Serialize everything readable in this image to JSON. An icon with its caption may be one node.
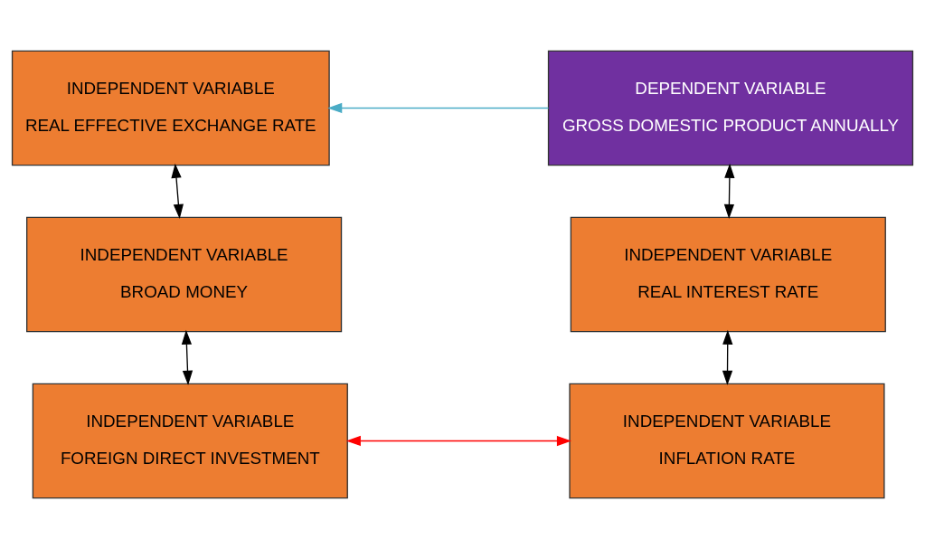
{
  "diagram": {
    "nodes": [
      {
        "text": [
          "INDEPENDENT VARIABLE",
          "REAL EFFECTIVE EXCHANGE RATE"
        ]
      },
      {
        "text": [
          "DEPENDENT VARIABLE",
          "GROSS DOMESTIC PRODUCT ANNUALLY"
        ]
      },
      {
        "text": [
          "INDEPENDENT VARIABLE",
          "BROAD MONEY"
        ]
      },
      {
        "text": [
          "INDEPENDENT VARIABLE",
          "REAL INTEREST RATE"
        ]
      },
      {
        "text": [
          "INDEPENDENT VARIABLE",
          "FOREIGN DIRECT INVESTMENT"
        ]
      },
      {
        "text": [
          "INDEPENDENT VARIABLE",
          "INFLATION RATE"
        ]
      }
    ],
    "edges": [
      {
        "from": 1,
        "to": 0,
        "arrow": "to",
        "color": "#4bacc6"
      },
      {
        "from": 0,
        "to": 2,
        "arrow": "both"
      },
      {
        "from": 2,
        "to": 4,
        "arrow": "both"
      },
      {
        "from": 1,
        "to": 3,
        "arrow": "both"
      },
      {
        "from": 3,
        "to": 5,
        "arrow": "both"
      },
      {
        "from": 4,
        "to": 5,
        "arrow": "both",
        "color": "#ff0000"
      }
    ]
  }
}
